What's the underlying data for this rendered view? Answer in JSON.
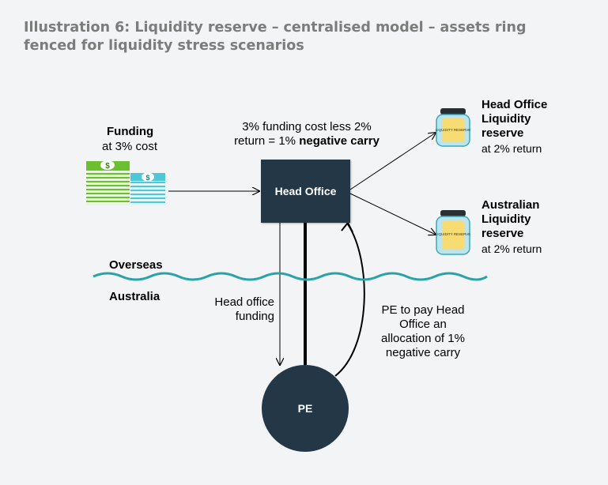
{
  "title": "Illustration 6: Liquidity reserve – centralised model – assets ring fenced for liquidity stress scenarios",
  "funding": {
    "heading": "Funding",
    "sub": "at 3% cost"
  },
  "carry": {
    "line1": "3% funding cost less 2%",
    "line2_plain": "return = 1% ",
    "line2_bold": "negative carry"
  },
  "head_office": "Head Office",
  "pe": "PE",
  "reserves": [
    {
      "heading_lines": [
        "Head Office",
        "Liquidity",
        "reserve"
      ],
      "sub": "at 2% return",
      "jar_label": "LIQUIDITY RESERVE"
    },
    {
      "heading_lines": [
        "Australian",
        "Liquidity",
        "reserve"
      ],
      "sub": "at 2% return",
      "jar_label": "LIQUIDITY RESERVE"
    }
  ],
  "regions": {
    "overseas": "Overseas",
    "australia": "Australia"
  },
  "ho_funding": [
    "Head office",
    "funding"
  ],
  "pe_pay": [
    "PE to pay Head",
    "Office an",
    "allocation of 1%",
    "negative carry"
  ],
  "colors": {
    "box": "#243746",
    "wave": "#2aa3a8",
    "title": "#7c7c7c",
    "money_green": "#6cbf2e",
    "money_cyan": "#4ec7d6",
    "jar_body": "#bde3ec"
  },
  "icons": {
    "money": "money-stack-icon",
    "jar": "jar-icon"
  }
}
